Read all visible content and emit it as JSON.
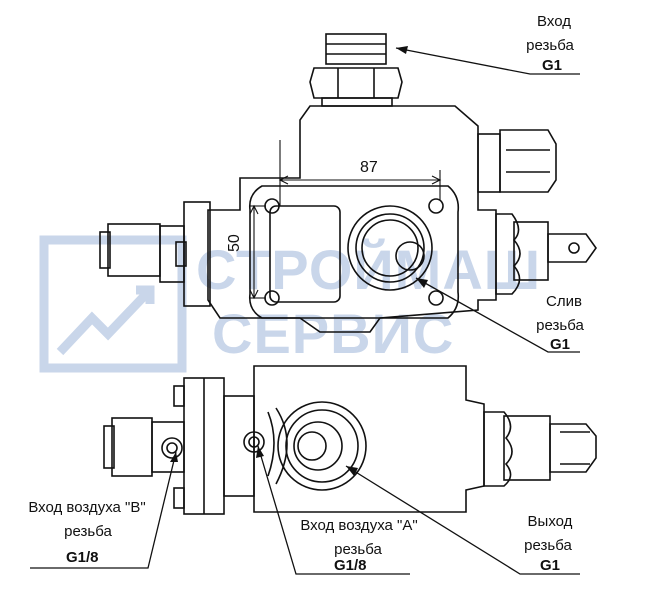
{
  "watermark": {
    "line1": "СТРОЙМАШ",
    "line2": "СЕРВИС",
    "color": "#c9d6ea"
  },
  "dimensions": {
    "width": "87",
    "height": "50"
  },
  "callouts": {
    "inlet_top": {
      "title": "Вход",
      "sub": "резьба",
      "thread": "G1"
    },
    "drain": {
      "title": "Слив",
      "sub": "резьба",
      "thread": "G1"
    },
    "air_b": {
      "title": "Вход воздуха \"В\"",
      "sub": "резьба",
      "thread": "G1/8"
    },
    "air_a": {
      "title": "Вход воздуха \"А\"",
      "sub": "резьба",
      "thread": "G1/8"
    },
    "outlet": {
      "title": "Выход",
      "sub": "резьба",
      "thread": "G1"
    }
  },
  "colors": {
    "line": "#111111",
    "watermark": "#c9d6ea"
  }
}
